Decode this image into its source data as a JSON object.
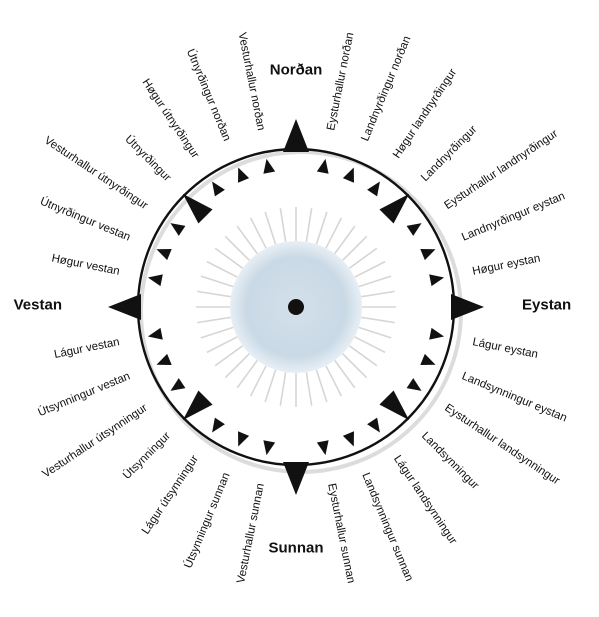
{
  "diagram": {
    "colors": {
      "ring_stroke": "#111111",
      "arrow_fill": "#111111",
      "center_disc": "#cfdde8",
      "center_edge": "#e6eef4",
      "rays": "#d6d6d6",
      "shadow": "#dcdcdc"
    },
    "cardinals": [
      {
        "name": "Norðan",
        "bearing": 0
      },
      {
        "name": "Eystan",
        "bearing": 90
      },
      {
        "name": "Sunnan",
        "bearing": 180
      },
      {
        "name": "Vestan",
        "bearing": 270
      }
    ],
    "directions": [
      {
        "name": "Eysturhallur norðan",
        "bearing": 11.25
      },
      {
        "name": "Landnyrðingur norðan",
        "bearing": 22.5
      },
      {
        "name": "Høgur landnyrðingur",
        "bearing": 33.75
      },
      {
        "name": "Landnyrðingur",
        "bearing": 45
      },
      {
        "name": "Eysturhallur landnyrðingur",
        "bearing": 56.25
      },
      {
        "name": "Landnyrðingur eystan",
        "bearing": 67.5
      },
      {
        "name": "Høgur eystan",
        "bearing": 78.75
      },
      {
        "name": "Lágur eystan",
        "bearing": 101.25
      },
      {
        "name": "Landsynningur eystan",
        "bearing": 112.5
      },
      {
        "name": "Eysturhallur landsynningur",
        "bearing": 123.75
      },
      {
        "name": "Landsynningur",
        "bearing": 135
      },
      {
        "name": "Lágur landsynningur",
        "bearing": 146.25
      },
      {
        "name": "Landsynningur sunnan",
        "bearing": 157.5
      },
      {
        "name": "Eysturhallur sunnan",
        "bearing": 168.75
      },
      {
        "name": "Vesturhallur sunnan",
        "bearing": 191.25
      },
      {
        "name": "Útsynningur sunnan",
        "bearing": 202.5
      },
      {
        "name": "Lágur útsynningur",
        "bearing": 213.75
      },
      {
        "name": "Útsynningur",
        "bearing": 225
      },
      {
        "name": "Vesturhallur útsynningur",
        "bearing": 236.25
      },
      {
        "name": "Útsynningur vestan",
        "bearing": 247.5
      },
      {
        "name": "Lágur vestan",
        "bearing": 258.75
      },
      {
        "name": "Høgur vestan",
        "bearing": 281.25
      },
      {
        "name": "Útnyrðingur vestan",
        "bearing": 292.5
      },
      {
        "name": "Vesturhallur útnyrðingur",
        "bearing": 303.75
      },
      {
        "name": "Útnyrðingur",
        "bearing": 315
      },
      {
        "name": "Høgur útnyrðingur",
        "bearing": 326.25
      },
      {
        "name": "Útnyrðingur norðan",
        "bearing": 337.5
      },
      {
        "name": "Vesturhallur norðan",
        "bearing": 348.75
      }
    ]
  }
}
